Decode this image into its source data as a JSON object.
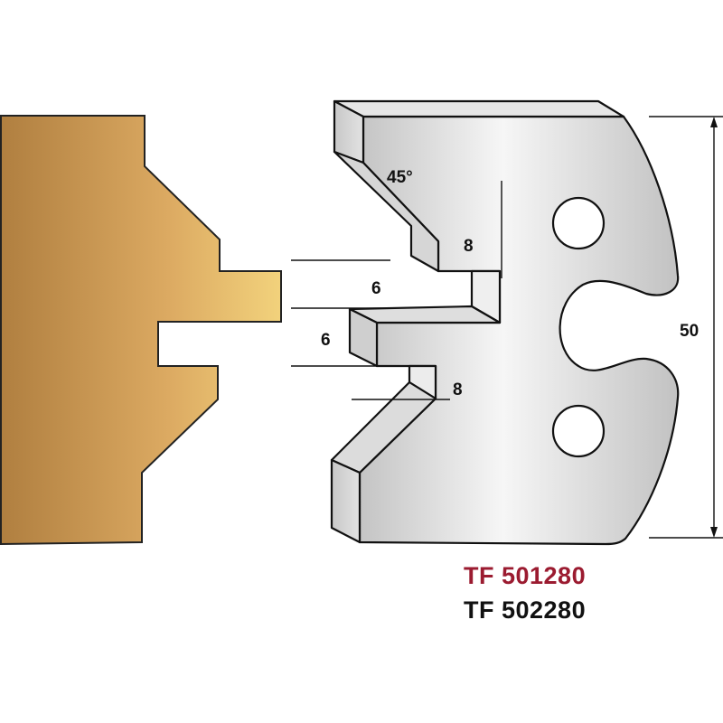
{
  "diagram": {
    "type": "cutter-knife-profile",
    "dimensions": {
      "angle": "45°",
      "upper_depth": "8",
      "tenon_gap": "6",
      "tenon_height": "6",
      "lower_depth": "8",
      "overall_height": "50"
    },
    "product_codes": [
      {
        "code": "TF 501280",
        "color": "#9b1b30"
      },
      {
        "code": "TF 502280",
        "color": "#111111"
      }
    ],
    "colors": {
      "profile_dark": "#b07f40",
      "profile_light": "#f2d27c",
      "steel_dark": "#c8c8c8",
      "steel_light": "#f6f6f6"
    }
  }
}
